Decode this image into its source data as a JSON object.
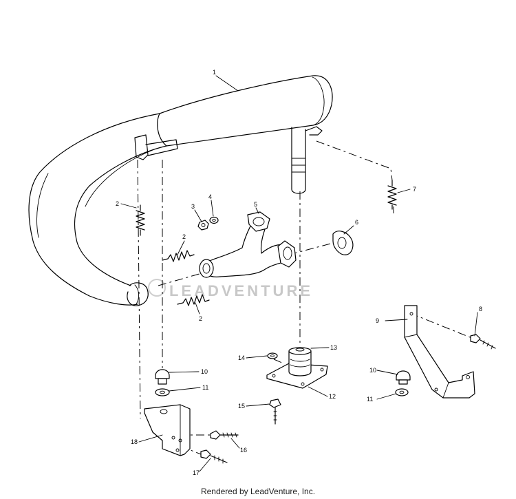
{
  "diagram": {
    "callouts": [
      {
        "id": "c1",
        "label": "1"
      },
      {
        "id": "c2a",
        "label": "2"
      },
      {
        "id": "c2b",
        "label": "2"
      },
      {
        "id": "c2c",
        "label": "2"
      },
      {
        "id": "c3",
        "label": "3"
      },
      {
        "id": "c4",
        "label": "4"
      },
      {
        "id": "c5",
        "label": "5"
      },
      {
        "id": "c6",
        "label": "6"
      },
      {
        "id": "c7",
        "label": "7"
      },
      {
        "id": "c8",
        "label": "8"
      },
      {
        "id": "c9",
        "label": "9"
      },
      {
        "id": "c10a",
        "label": "10"
      },
      {
        "id": "c10b",
        "label": "10"
      },
      {
        "id": "c11a",
        "label": "11"
      },
      {
        "id": "c11b",
        "label": "11"
      },
      {
        "id": "c12",
        "label": "12"
      },
      {
        "id": "c13",
        "label": "13"
      },
      {
        "id": "c14",
        "label": "14"
      },
      {
        "id": "c15",
        "label": "15"
      },
      {
        "id": "c16",
        "label": "16"
      },
      {
        "id": "c17",
        "label": "17"
      },
      {
        "id": "c18",
        "label": "18"
      }
    ],
    "watermark": "LEADVENTURE"
  },
  "footer": {
    "text": "Rendered by LeadVenture, Inc."
  }
}
